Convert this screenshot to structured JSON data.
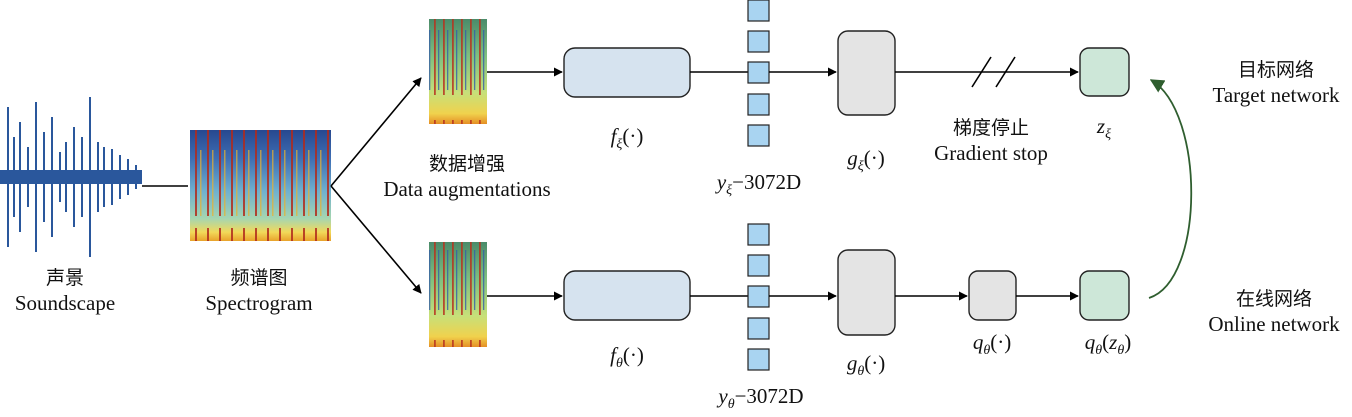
{
  "soundscape": {
    "cn": "声景",
    "en": "Soundscape"
  },
  "spectrogram": {
    "cn": "频谱图",
    "en": "Spectrogram"
  },
  "augment": {
    "cn": "数据增强",
    "en": "Data augmentations"
  },
  "target": {
    "cn": "目标网络",
    "en": "Target network",
    "encoder": {
      "sym": "f",
      "sub": "ξ",
      "arg": "(·)"
    },
    "rep": {
      "sym": "y",
      "sub": "ξ",
      "rest": "−3072D"
    },
    "projector": {
      "sym": "g",
      "sub": "ξ",
      "arg": "(·)"
    },
    "output": {
      "sym": "z",
      "sub": "ξ"
    }
  },
  "stopgrad": {
    "cn": "梯度停止",
    "en": "Gradient stop"
  },
  "online": {
    "cn": "在线网络",
    "en": "Online network",
    "encoder": {
      "sym": "f",
      "sub": "θ",
      "arg": "(·)"
    },
    "rep": {
      "sym": "y",
      "sub": "θ",
      "rest": "−3072D"
    },
    "projector": {
      "sym": "g",
      "sub": "θ",
      "arg": "(·)"
    },
    "predictor": {
      "sym": "q",
      "sub": "θ",
      "arg": "(·)"
    },
    "output": {
      "sym": "q",
      "sub": "θ",
      "arg_open": "(",
      "arg_sym": "z",
      "arg_sub": "θ",
      "arg_close": ")"
    }
  },
  "colors": {
    "encoder_fill": "#d6e3ef",
    "projector_fill": "#e4e4e4",
    "output_fill": "#cde7d8",
    "vector_fill": "#a9d4f1",
    "waveform": "#2a579c",
    "feedback_arrow": "#2f5e2f"
  }
}
